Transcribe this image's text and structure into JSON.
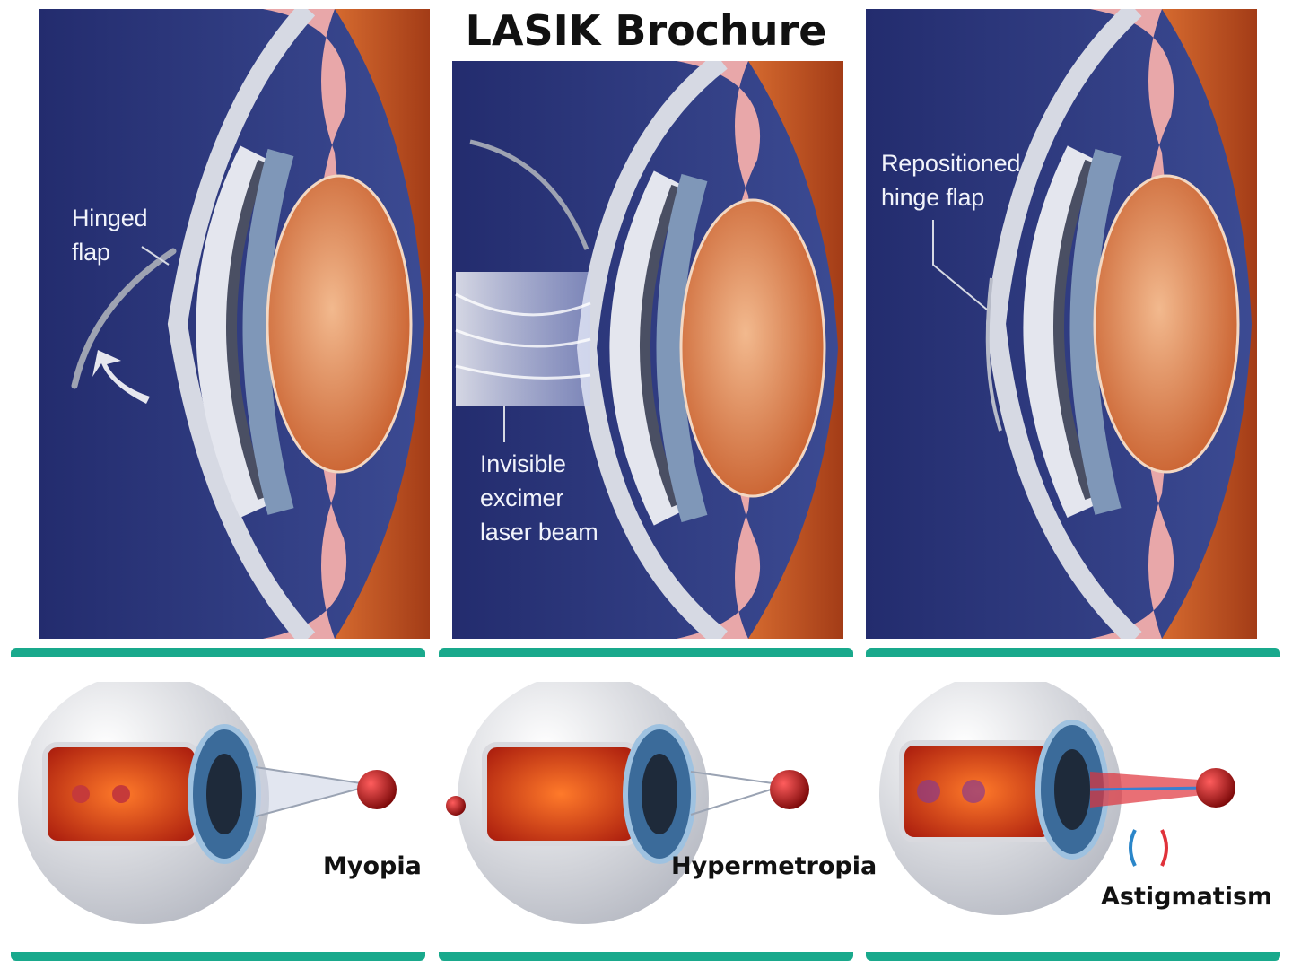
{
  "brochure": {
    "title": "LASIK Brochure"
  },
  "procedure_panels": [
    {
      "label_lines": [
        "Hinged",
        "flap"
      ]
    },
    {
      "label_lines": [
        "Invisible",
        "excimer",
        "laser beam"
      ]
    },
    {
      "label_lines": [
        "Repositioned",
        "hinge flap"
      ]
    }
  ],
  "conditions": [
    {
      "label": "Myopia"
    },
    {
      "label": "Hypermetropia"
    },
    {
      "label": "Astigmatism"
    }
  ],
  "colors": {
    "panel_bg": "#2a3478",
    "divider": "#19a98c",
    "lens": "#d9743f",
    "muscle": "#b8471f",
    "cornea": "#c9ccd6"
  }
}
